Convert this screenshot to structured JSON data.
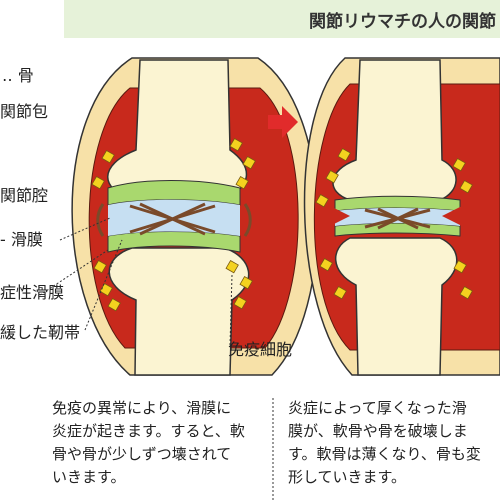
{
  "header": {
    "title": "関節リウマチの人の関節"
  },
  "labels": {
    "bone": "骨",
    "capsule": "関節包",
    "cavity": "関節腔",
    "synovium": "滑膜",
    "inflamed_synovium": "症性滑膜",
    "ligament": "緩した靭帯",
    "immune_cell": "免疫細胞"
  },
  "captions": {
    "left": [
      "免疫の異常により、滑膜に",
      "炎症が起きます。すると、軟",
      "骨や骨が少しずつ壊されて",
      "いきます。"
    ],
    "right": [
      "炎症によって厚くなった滑",
      "膜が、軟骨や骨を破壊しま",
      "す。軟骨は薄くなり、骨も変",
      "形していきます。"
    ]
  },
  "colors": {
    "header_band": "#e6f2d9",
    "bone": "#fbf4d2",
    "capsule": "#f7e1a8",
    "synovium_red": "#c8291c",
    "cartilage": "#a9d86e",
    "cavity": "#c6dff2",
    "immune_dot": "#f4d21f",
    "arrow": "#e12b2b"
  }
}
